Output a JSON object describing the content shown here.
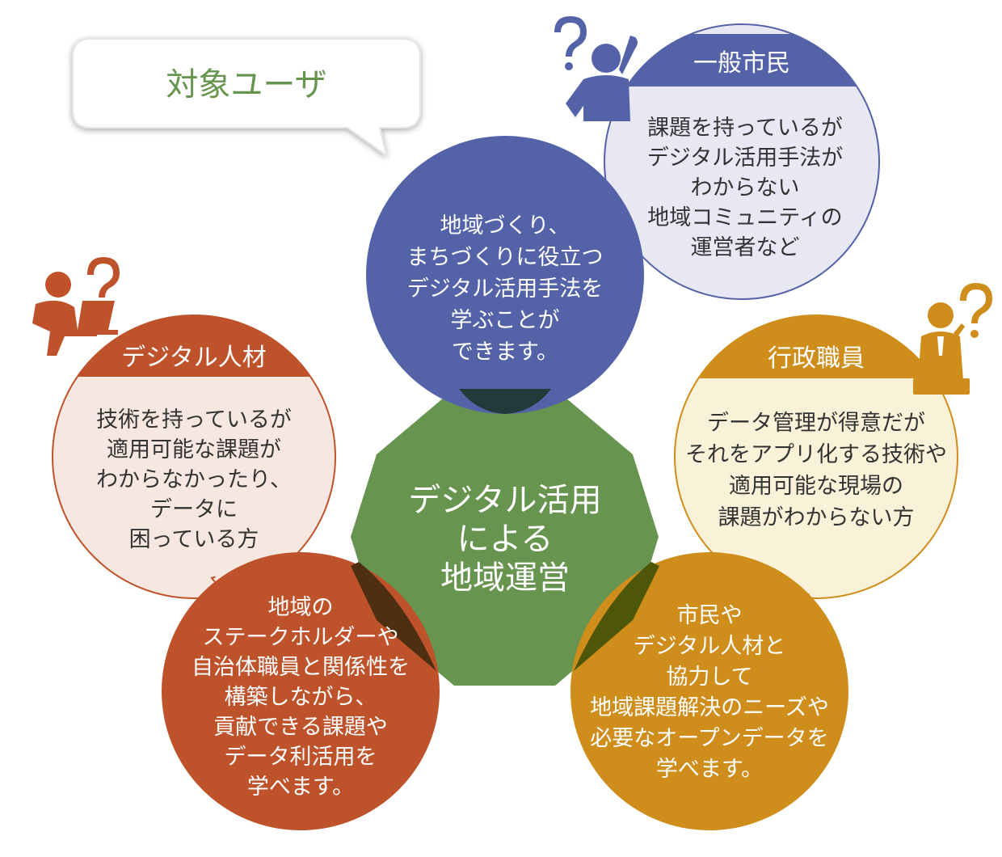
{
  "title": "対象ユーザ",
  "center": {
    "lines": [
      "デジタル活用",
      "による",
      "地域運営"
    ]
  },
  "groups": {
    "citizen": {
      "label": "一般市民",
      "desc": [
        "課題を持っているが",
        "デジタル活用手法が",
        "わからない",
        "地域コミュニティの",
        "運営者など"
      ],
      "benefit": [
        "地域づくり、",
        "まちづくりに役立つ",
        "デジタル活用手法を",
        "学ぶことが",
        "できます。"
      ]
    },
    "digital": {
      "label": "デジタル人材",
      "desc": [
        "技術を持っているが",
        "適用可能な課題が",
        "わからなかったり、",
        "データに",
        "困っている方"
      ],
      "benefit": [
        "地域の",
        "ステークホルダーや",
        "自治体職員と関係性を",
        "構築しながら、",
        "貢献できる課題や",
        "データ利活用を",
        "学べます。"
      ]
    },
    "staff": {
      "label": "行政職員",
      "desc": [
        "データ管理が得意だが",
        "それをアプリ化する技術や",
        "適用可能な現場の",
        "課題がわからない方"
      ],
      "benefit": [
        "市民や",
        "デジタル人材と",
        "協力して",
        "地域課題解決のニーズや",
        "必要なオープンデータを",
        "学べます。"
      ]
    }
  },
  "colors": {
    "citizen": "#5462a8",
    "citizen_light": "#e8e8f4",
    "digital": "#be532b",
    "digital_light": "#f6e8e0",
    "staff": "#cf8d1b",
    "staff_light": "#f9f1d8",
    "center": "#67944e",
    "title_text": "#67944e",
    "icons": {
      "citizen": "person-question-icon",
      "digital": "person-laptop-question-icon",
      "staff": "person-desk-question-icon"
    }
  }
}
